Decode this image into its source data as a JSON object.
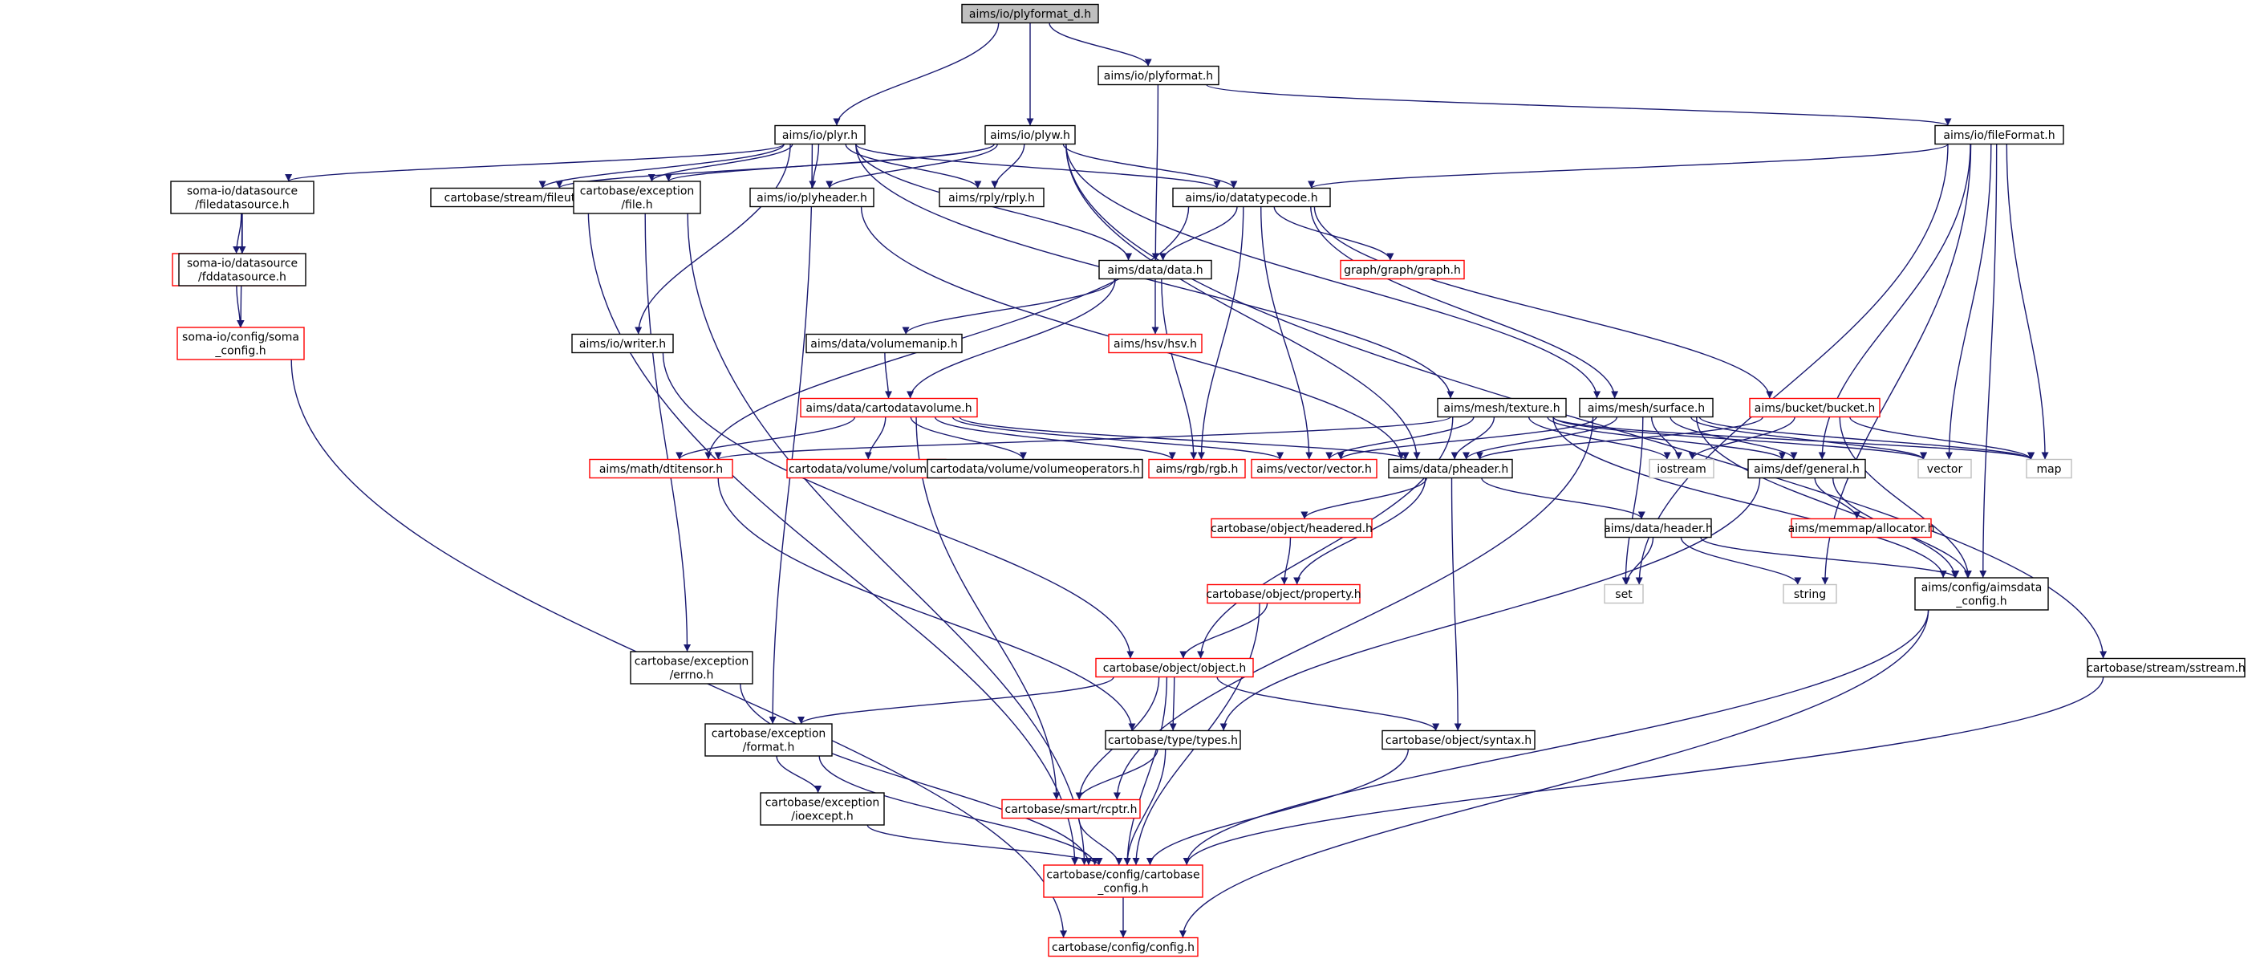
{
  "nodes": [
    {
      "id": "plyformat_d",
      "lines": [
        "aims/io/plyformat_d.h"
      ],
      "style": "root"
    },
    {
      "id": "plyformat",
      "lines": [
        "aims/io/plyformat.h"
      ],
      "style": "normal"
    },
    {
      "id": "plyr",
      "lines": [
        "aims/io/plyr.h"
      ],
      "style": "normal"
    },
    {
      "id": "plyw",
      "lines": [
        "aims/io/plyw.h"
      ],
      "style": "normal"
    },
    {
      "id": "fileFormat",
      "lines": [
        "aims/io/fileFormat.h"
      ],
      "style": "normal"
    },
    {
      "id": "filedatasource",
      "lines": [
        "soma-io/datasource",
        "/filedatasource.h"
      ],
      "style": "normal"
    },
    {
      "id": "fileutil",
      "lines": [
        "cartobase/stream/fileutil.h"
      ],
      "style": "normal"
    },
    {
      "id": "exc_file",
      "lines": [
        "cartobase/exception",
        "/file.h"
      ],
      "style": "normal"
    },
    {
      "id": "plyheader",
      "lines": [
        "aims/io/plyheader.h"
      ],
      "style": "normal"
    },
    {
      "id": "rply",
      "lines": [
        "aims/rply/rply.h"
      ],
      "style": "normal"
    },
    {
      "id": "datatypecode",
      "lines": [
        "aims/io/datatypecode.h"
      ],
      "style": "normal"
    },
    {
      "id": "fddatasource_red",
      "lines": [
        "soma-io/datasource",
        "/fddatasource.h"
      ],
      "style": "red"
    },
    {
      "id": "fddatasource_blk",
      "lines": [
        "soma-io/datasource",
        "/fddatasource.h"
      ],
      "style": "normal"
    },
    {
      "id": "data",
      "lines": [
        "aims/data/data.h"
      ],
      "style": "normal"
    },
    {
      "id": "graph",
      "lines": [
        "graph/graph/graph.h"
      ],
      "style": "red"
    },
    {
      "id": "soma_config",
      "lines": [
        "soma-io/config/soma",
        "_config.h"
      ],
      "style": "red"
    },
    {
      "id": "writer",
      "lines": [
        "aims/io/writer.h"
      ],
      "style": "normal"
    },
    {
      "id": "volumemanip",
      "lines": [
        "aims/data/volumemanip.h"
      ],
      "style": "normal"
    },
    {
      "id": "hsv",
      "lines": [
        "aims/hsv/hsv.h"
      ],
      "style": "red"
    },
    {
      "id": "cartodatavolume",
      "lines": [
        "aims/data/cartodatavolume.h"
      ],
      "style": "red"
    },
    {
      "id": "texture",
      "lines": [
        "aims/mesh/texture.h"
      ],
      "style": "normal"
    },
    {
      "id": "surface",
      "lines": [
        "aims/mesh/surface.h"
      ],
      "style": "normal"
    },
    {
      "id": "bucket",
      "lines": [
        "aims/bucket/bucket.h"
      ],
      "style": "red"
    },
    {
      "id": "dtitensor",
      "lines": [
        "aims/math/dtitensor.h"
      ],
      "style": "red"
    },
    {
      "id": "volume",
      "lines": [
        "cartodata/volume/volume.h"
      ],
      "style": "red"
    },
    {
      "id": "volumeoperators",
      "lines": [
        "cartodata/volume/volumeoperators.h"
      ],
      "style": "normal"
    },
    {
      "id": "rgb",
      "lines": [
        "aims/rgb/rgb.h"
      ],
      "style": "red"
    },
    {
      "id": "vectorh",
      "lines": [
        "aims/vector/vector.h"
      ],
      "style": "red"
    },
    {
      "id": "pheader",
      "lines": [
        "aims/data/pheader.h"
      ],
      "style": "normal"
    },
    {
      "id": "iostream",
      "lines": [
        "iostream"
      ],
      "style": "sys"
    },
    {
      "id": "general",
      "lines": [
        "aims/def/general.h"
      ],
      "style": "normal"
    },
    {
      "id": "vector",
      "lines": [
        "vector"
      ],
      "style": "sys"
    },
    {
      "id": "map",
      "lines": [
        "map"
      ],
      "style": "sys"
    },
    {
      "id": "headered",
      "lines": [
        "cartobase/object/headered.h"
      ],
      "style": "red"
    },
    {
      "id": "header",
      "lines": [
        "aims/data/header.h"
      ],
      "style": "normal"
    },
    {
      "id": "allocator",
      "lines": [
        "aims/memmap/allocator.h"
      ],
      "style": "red"
    },
    {
      "id": "property",
      "lines": [
        "cartobase/object/property.h"
      ],
      "style": "red"
    },
    {
      "id": "set",
      "lines": [
        "set"
      ],
      "style": "sys"
    },
    {
      "id": "string",
      "lines": [
        "string"
      ],
      "style": "sys"
    },
    {
      "id": "aimsdata_config",
      "lines": [
        "aims/config/aimsdata",
        "_config.h"
      ],
      "style": "normal"
    },
    {
      "id": "errno",
      "lines": [
        "cartobase/exception",
        "/errno.h"
      ],
      "style": "normal"
    },
    {
      "id": "object",
      "lines": [
        "cartobase/object/object.h"
      ],
      "style": "red"
    },
    {
      "id": "sstream",
      "lines": [
        "cartobase/stream/sstream.h"
      ],
      "style": "normal"
    },
    {
      "id": "exc_format",
      "lines": [
        "cartobase/exception",
        "/format.h"
      ],
      "style": "normal"
    },
    {
      "id": "types",
      "lines": [
        "cartobase/type/types.h"
      ],
      "style": "normal"
    },
    {
      "id": "syntax",
      "lines": [
        "cartobase/object/syntax.h"
      ],
      "style": "normal"
    },
    {
      "id": "ioexcept",
      "lines": [
        "cartobase/exception",
        "/ioexcept.h"
      ],
      "style": "normal"
    },
    {
      "id": "rcptr",
      "lines": [
        "cartobase/smart/rcptr.h"
      ],
      "style": "red"
    },
    {
      "id": "cartobase_config",
      "lines": [
        "cartobase/config/cartobase",
        "_config.h"
      ],
      "style": "red"
    },
    {
      "id": "config",
      "lines": [
        "cartobase/config/config.h"
      ],
      "style": "red"
    }
  ],
  "edges": [
    [
      "plyformat_d",
      "plyr"
    ],
    [
      "plyformat_d",
      "plyw"
    ],
    [
      "plyformat_d",
      "plyformat"
    ],
    [
      "plyformat",
      "data"
    ],
    [
      "plyformat",
      "fileFormat"
    ],
    [
      "plyr",
      "filedatasource"
    ],
    [
      "plyr",
      "fileutil"
    ],
    [
      "plyr",
      "exc_file"
    ],
    [
      "plyr",
      "plyheader"
    ],
    [
      "plyr",
      "rply"
    ],
    [
      "plyr",
      "datatypecode"
    ],
    [
      "plyr",
      "data"
    ],
    [
      "plyr",
      "writer"
    ],
    [
      "plyr",
      "texture"
    ],
    [
      "plyr",
      "exc_format"
    ],
    [
      "plyw",
      "fileutil"
    ],
    [
      "plyw",
      "exc_file"
    ],
    [
      "plyw",
      "plyheader"
    ],
    [
      "plyw",
      "rply"
    ],
    [
      "plyw",
      "datatypecode"
    ],
    [
      "plyw",
      "pheader"
    ],
    [
      "plyw",
      "surface"
    ],
    [
      "plyw",
      "sstream"
    ],
    [
      "fileFormat",
      "datatypecode"
    ],
    [
      "fileFormat",
      "general"
    ],
    [
      "fileFormat",
      "vector"
    ],
    [
      "fileFormat",
      "map"
    ],
    [
      "fileFormat",
      "set"
    ],
    [
      "fileFormat",
      "string"
    ],
    [
      "fileFormat",
      "aimsdata_config"
    ],
    [
      "filedatasource",
      "fddatasource_red"
    ],
    [
      "filedatasource",
      "fddatasource_blk"
    ],
    [
      "filedatasource",
      "soma_config"
    ],
    [
      "fddatasource_red",
      "soma_config"
    ],
    [
      "soma_config",
      "config"
    ],
    [
      "fileutil",
      "cartobase_config"
    ],
    [
      "exc_file",
      "errno"
    ],
    [
      "exc_file",
      "cartobase_config"
    ],
    [
      "plyheader",
      "pheader"
    ],
    [
      "datatypecode",
      "data"
    ],
    [
      "datatypecode",
      "graph"
    ],
    [
      "datatypecode",
      "surface"
    ],
    [
      "datatypecode",
      "bucket"
    ],
    [
      "datatypecode",
      "dtitensor"
    ],
    [
      "datatypecode",
      "rgb"
    ],
    [
      "datatypecode",
      "vectorh"
    ],
    [
      "data",
      "volumemanip"
    ],
    [
      "data",
      "hsv"
    ],
    [
      "data",
      "cartodatavolume"
    ],
    [
      "data",
      "rgb"
    ],
    [
      "writer",
      "object"
    ],
    [
      "volumemanip",
      "cartodatavolume"
    ],
    [
      "cartodatavolume",
      "volume"
    ],
    [
      "cartodatavolume",
      "volumeoperators"
    ],
    [
      "cartodatavolume",
      "rgb"
    ],
    [
      "cartodatavolume",
      "vectorh"
    ],
    [
      "cartodatavolume",
      "pheader"
    ],
    [
      "cartodatavolume",
      "dtitensor"
    ],
    [
      "cartodatavolume",
      "rcptr"
    ],
    [
      "texture",
      "dtitensor"
    ],
    [
      "texture",
      "vectorh"
    ],
    [
      "texture",
      "pheader"
    ],
    [
      "texture",
      "iostream"
    ],
    [
      "texture",
      "general"
    ],
    [
      "texture",
      "vector"
    ],
    [
      "texture",
      "map"
    ],
    [
      "texture",
      "aimsdata_config"
    ],
    [
      "texture",
      "object"
    ],
    [
      "surface",
      "vectorh"
    ],
    [
      "surface",
      "pheader"
    ],
    [
      "surface",
      "iostream"
    ],
    [
      "surface",
      "general"
    ],
    [
      "surface",
      "vector"
    ],
    [
      "surface",
      "map"
    ],
    [
      "surface",
      "set"
    ],
    [
      "surface",
      "aimsdata_config"
    ],
    [
      "surface",
      "rcptr"
    ],
    [
      "bucket",
      "pheader"
    ],
    [
      "bucket",
      "iostream"
    ],
    [
      "bucket",
      "map"
    ],
    [
      "bucket",
      "aimsdata_config"
    ],
    [
      "dtitensor",
      "types"
    ],
    [
      "pheader",
      "headered"
    ],
    [
      "pheader",
      "property"
    ],
    [
      "pheader",
      "header"
    ],
    [
      "pheader",
      "syntax"
    ],
    [
      "general",
      "allocator"
    ],
    [
      "general",
      "aimsdata_config"
    ],
    [
      "general",
      "types"
    ],
    [
      "headered",
      "property"
    ],
    [
      "header",
      "set"
    ],
    [
      "header",
      "string"
    ],
    [
      "header",
      "aimsdata_config"
    ],
    [
      "property",
      "object"
    ],
    [
      "property",
      "cartobase_config"
    ],
    [
      "aimsdata_config",
      "cartobase_config"
    ],
    [
      "aimsdata_config",
      "config"
    ],
    [
      "errno",
      "cartobase_config"
    ],
    [
      "object",
      "exc_format"
    ],
    [
      "object",
      "types"
    ],
    [
      "object",
      "syntax"
    ],
    [
      "object",
      "rcptr"
    ],
    [
      "object",
      "cartobase_config"
    ],
    [
      "sstream",
      "cartobase_config"
    ],
    [
      "exc_format",
      "ioexcept"
    ],
    [
      "exc_format",
      "cartobase_config"
    ],
    [
      "types",
      "rcptr"
    ],
    [
      "types",
      "cartobase_config"
    ],
    [
      "syntax",
      "cartobase_config"
    ],
    [
      "ioexcept",
      "cartobase_config"
    ],
    [
      "rcptr",
      "cartobase_config"
    ],
    [
      "cartobase_config",
      "config"
    ]
  ],
  "colors": {
    "edge": "#191970",
    "root_fill": "#bfbfbf",
    "normal_border": "#000000",
    "red_border": "#ff0000",
    "sys_border": "#bfbfbf",
    "node_fill": "#ffffff"
  }
}
